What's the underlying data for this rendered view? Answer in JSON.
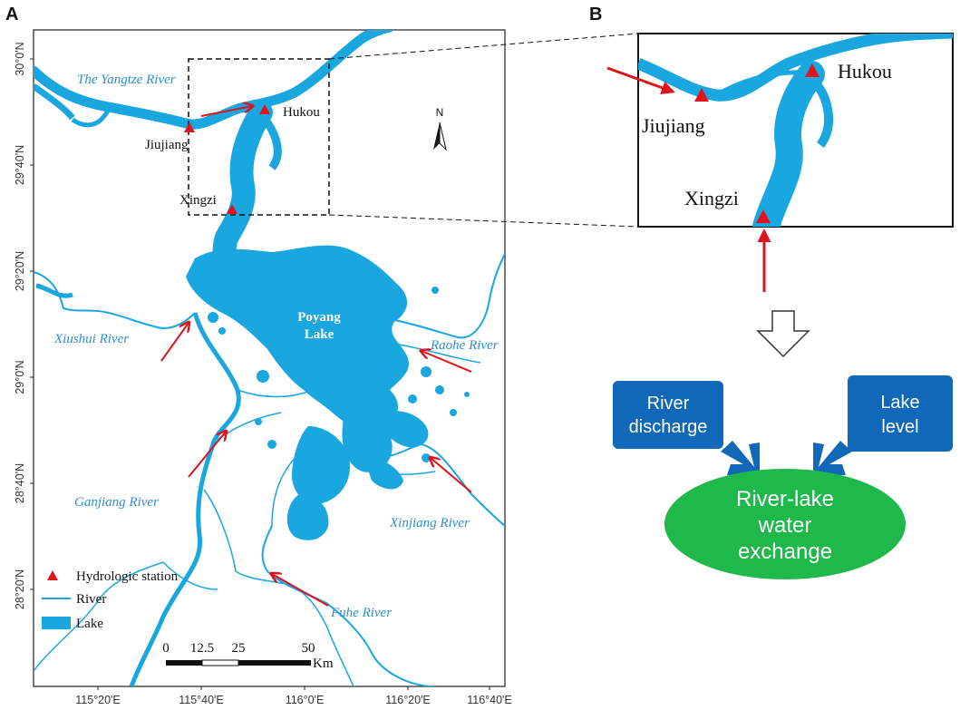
{
  "panels": {
    "a": "A",
    "b": "B"
  },
  "map": {
    "rivers": {
      "yangtze": "The Yangtze River",
      "xiushui": "Xiushui River",
      "raohe": "Raohe River",
      "ganjiang": "Ganjiang River",
      "xinjiang": "Xinjiang River",
      "fuhe": "Fuhe River"
    },
    "lake_name_line1": "Poyang",
    "lake_name_line2": "Lake",
    "stations": {
      "jiujiang": "Jiujiang",
      "hukou": "Hukou",
      "xingzi": "Xingzi"
    },
    "north": "N",
    "lat_ticks": [
      "30°0'N",
      "29°40'N",
      "29°20'N",
      "29°0'N",
      "28°40'N",
      "28°20'N"
    ],
    "lon_ticks": [
      "115°20'E",
      "115°40'E",
      "116°0'E",
      "116°20'E",
      "116°40'E"
    ],
    "scale": {
      "t0": "0",
      "t1": "12.5",
      "t2": "25",
      "t3": "50",
      "unit": "Km"
    },
    "legend": {
      "station": "Hydrologic station",
      "river": "River",
      "lake": "Lake"
    }
  },
  "inset": {
    "jiujiang": "Jiujiang",
    "hukou": "Hukou",
    "xingzi": "Xingzi"
  },
  "flow": {
    "box1_line1": "River",
    "box1_line2": "discharge",
    "box2_line1": "Lake",
    "box2_line2": "level",
    "ellipse_line1": "River-lake",
    "ellipse_line2": "water",
    "ellipse_line3": "exchange"
  },
  "colors": {
    "water": "#1aa7e0",
    "station": "#e0121b",
    "box": "#1168b8",
    "ellipse": "#1fb84a",
    "label": "#2b8fd0"
  }
}
